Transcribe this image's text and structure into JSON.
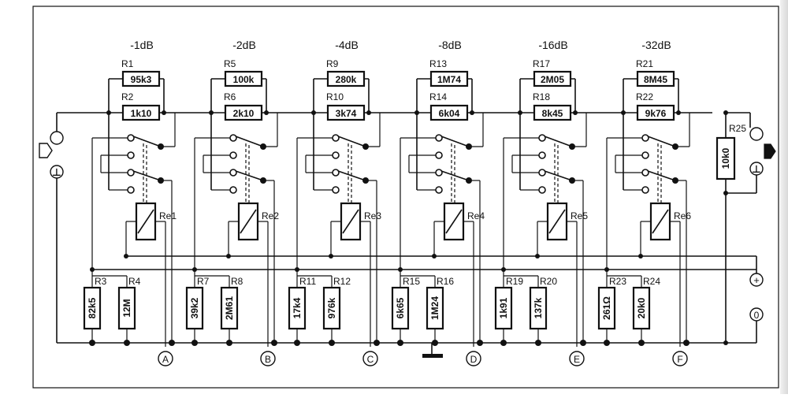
{
  "stages": [
    {
      "label": "-1dB",
      "ra": "R1",
      "ra_val": "95k3",
      "rb": "R2",
      "rb_val": "1k10",
      "relay": "Re1",
      "rl": "R3",
      "rl_val": "82k5",
      "rr": "R4",
      "rr_val": "12M",
      "conn": "A"
    },
    {
      "label": "-2dB",
      "ra": "R5",
      "ra_val": "100k",
      "rb": "R6",
      "rb_val": "2k10",
      "relay": "Re2",
      "rl": "R7",
      "rl_val": "39k2",
      "rr": "R8",
      "rr_val": "2M61",
      "conn": "B"
    },
    {
      "label": "-4dB",
      "ra": "R9",
      "ra_val": "280k",
      "rb": "R10",
      "rb_val": "3k74",
      "relay": "Re3",
      "rl": "R11",
      "rl_val": "17k4",
      "rr": "R12",
      "rr_val": "976k",
      "conn": "C"
    },
    {
      "label": "-8dB",
      "ra": "R13",
      "ra_val": "1M74",
      "rb": "R14",
      "rb_val": "6k04",
      "relay": "Re4",
      "rl": "R15",
      "rl_val": "6k65",
      "rr": "R16",
      "rr_val": "1M24",
      "conn": "D"
    },
    {
      "label": "-16dB",
      "ra": "R17",
      "ra_val": "2M05",
      "rb": "R18",
      "rb_val": "8k45",
      "relay": "Re5",
      "rl": "R19",
      "rl_val": "1k91",
      "rr": "R20",
      "rr_val": "137k",
      "conn": "E"
    },
    {
      "label": "-32dB",
      "ra": "R21",
      "ra_val": "8M45",
      "rb": "R22",
      "rb_val": "9k76",
      "relay": "Re6",
      "rl": "R23",
      "rl_val": "261Ω",
      "rr": "R24",
      "rr_val": "20k0",
      "conn": "F"
    }
  ],
  "output_resistor": {
    "name": "R25",
    "value": "10k0"
  },
  "supply": {
    "plus": "+",
    "zero": "0"
  },
  "io": {
    "ground_symbol": "⊥"
  }
}
